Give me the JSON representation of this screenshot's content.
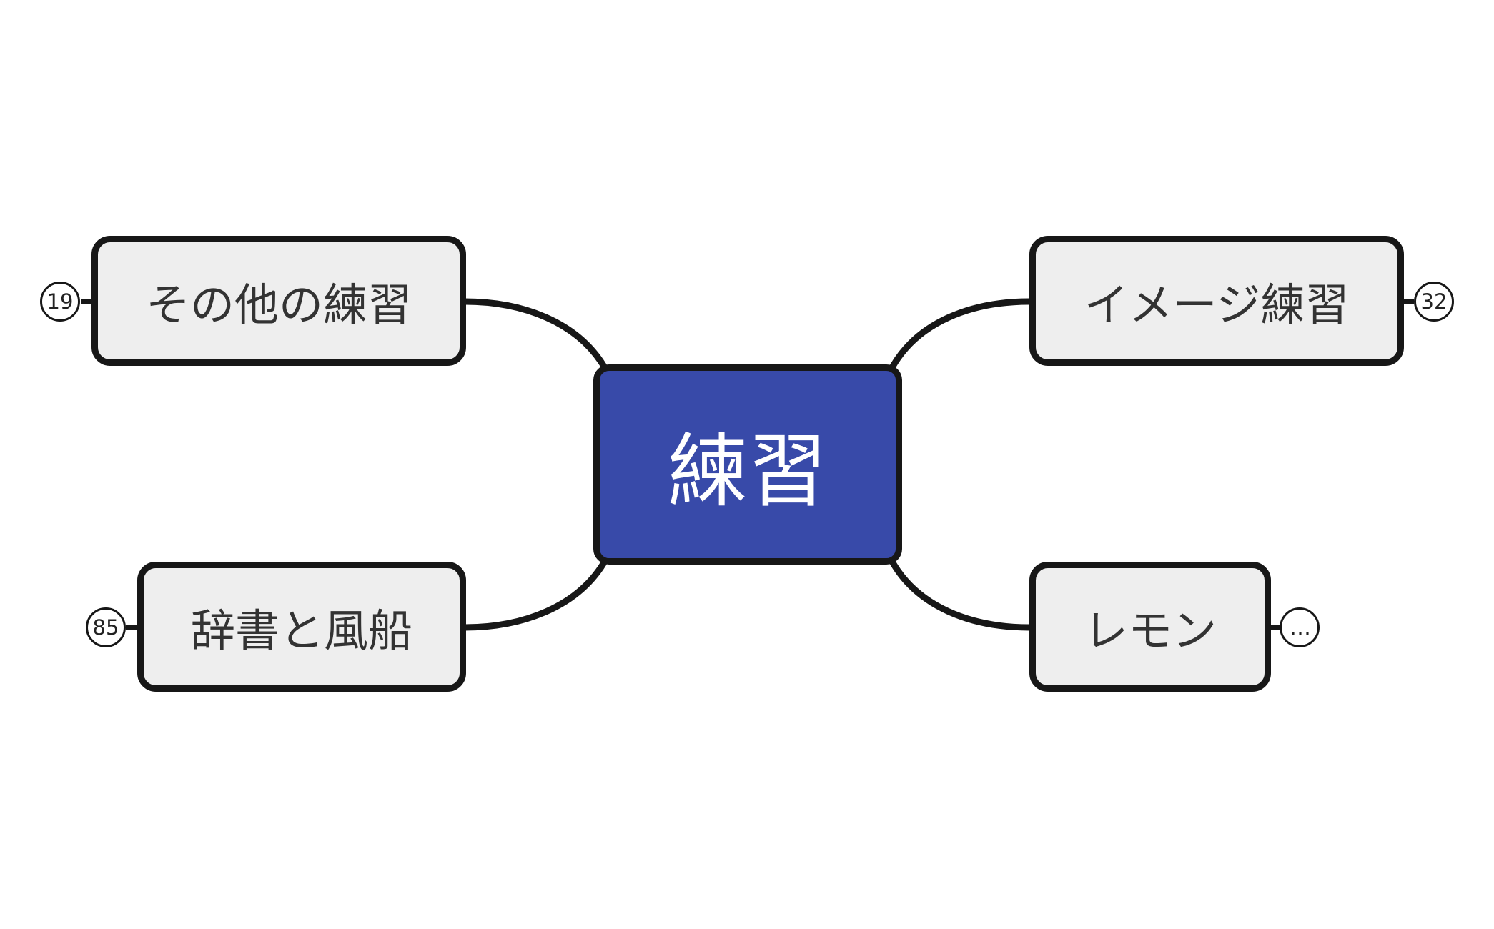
{
  "mindmap": {
    "central": {
      "label": "練習",
      "fill": "#384aa9",
      "text_color": "#ffffff"
    },
    "branches": [
      {
        "id": "other",
        "label": "その他の練習",
        "badge": "19"
      },
      {
        "id": "image",
        "label": "イメージ練習",
        "badge": "32"
      },
      {
        "id": "dict",
        "label": "辞書と風船",
        "badge": "85"
      },
      {
        "id": "lemon",
        "label": "レモン",
        "badge": "…",
        "badge_icon": "more-icon"
      }
    ],
    "colors": {
      "node_fill": "#eeeeee",
      "border": "#171717",
      "text": "#333333",
      "background": "#ffffff"
    }
  }
}
